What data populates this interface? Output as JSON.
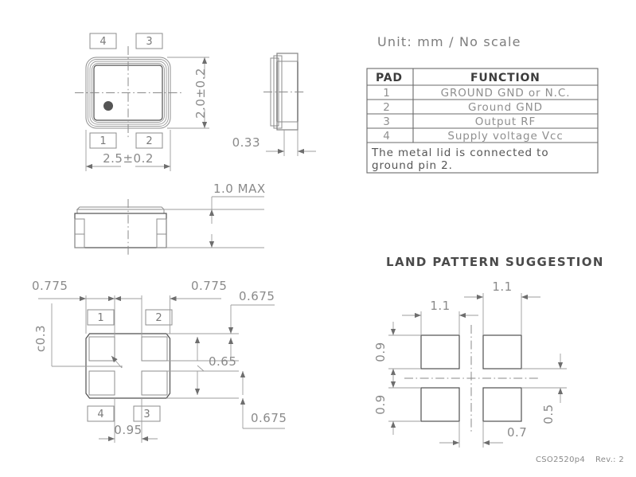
{
  "header": {
    "unit_note": "Unit:  mm     /    No scale"
  },
  "pin_table": {
    "columns": [
      "PAD",
      "FUNCTION"
    ],
    "rows": [
      {
        "pad": "1",
        "function": "GROUND GND    or   N.C."
      },
      {
        "pad": "2",
        "function": "Ground   GND"
      },
      {
        "pad": "3",
        "function": "Output   RF"
      },
      {
        "pad": "4",
        "function": "Supply voltage Vcc"
      }
    ],
    "note_line1": "The metal lid is connected to",
    "note_line2": "ground pin 2."
  },
  "top_view": {
    "pin_labels": {
      "tl": "4",
      "tr": "3",
      "bl": "1",
      "br": "2"
    },
    "width_dim": "2.5±0.2",
    "height_dim": "2.0±0.2"
  },
  "side_view": {
    "width_dim": "0.33"
  },
  "front_view": {
    "height_dim": "1.0  MAX"
  },
  "bottom_view": {
    "pin_labels": {
      "tl": "1",
      "tr": "2",
      "bl": "4",
      "br": "3"
    },
    "dim_left": "0.775",
    "dim_right": "0.775",
    "dim_center_h": "0.95",
    "dim_top_v": "0.675",
    "dim_mid_v": "0.65",
    "dim_bot_v": "0.675",
    "chamfer_note": "c0.3"
  },
  "land_pattern": {
    "title": "LAND PATTERN SUGGESTION",
    "dim_pitch_left": "1.1",
    "dim_pitch_right": "1.1",
    "dim_pad_h_top": "0.9",
    "dim_pad_h_bot": "0.9",
    "dim_gap_v": "0.5",
    "dim_gap_h": "0.7"
  },
  "footer": {
    "part_code": "CSO2520p4",
    "revision": "Rev.: 2"
  },
  "colors": {
    "line": "#8c8c8c",
    "line_dark": "#4f4f4f",
    "text": "#8a8a8a",
    "background": "#ffffff"
  }
}
